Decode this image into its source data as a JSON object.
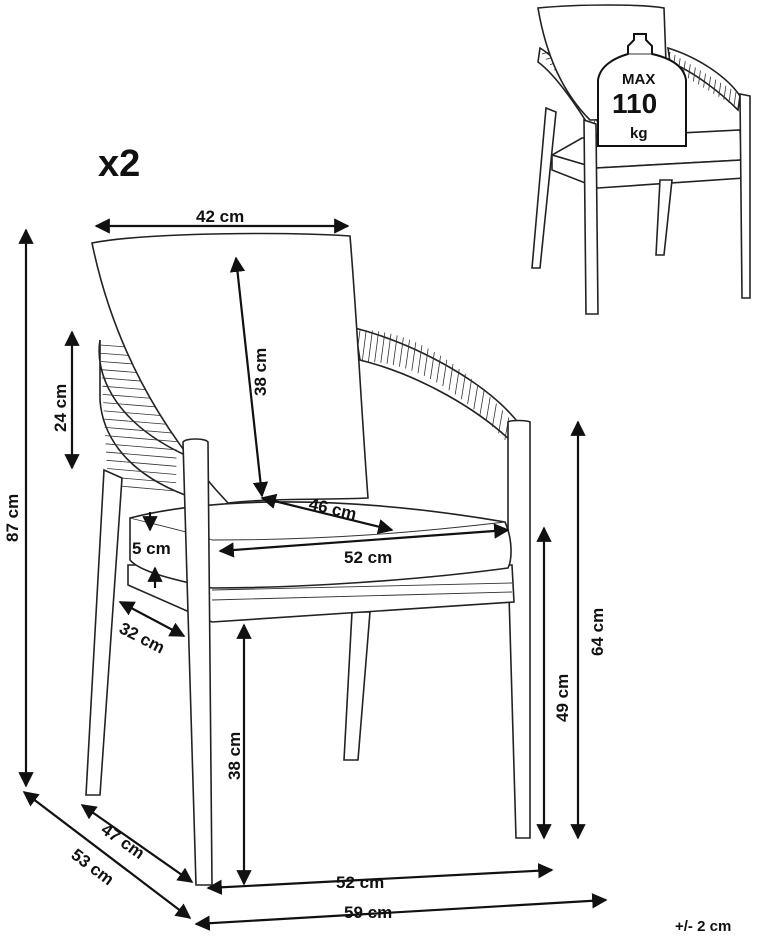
{
  "diagram": {
    "quantity_label": "x2",
    "tolerance_label": "+/- 2 cm",
    "max_load_badge": {
      "line1": "MAX",
      "line2": "110",
      "line3": "kg"
    },
    "dimensions": {
      "backrest_width": "42 cm",
      "backrest_height": "38 cm",
      "armrest_height": "24 cm",
      "total_height": "87 cm",
      "seat_depth_diag": "46 cm",
      "cushion_thickness": "5 cm",
      "seat_width": "52 cm",
      "cushion_depth": "32 cm",
      "under_seat_height": "38 cm",
      "seat_height": "49 cm",
      "arm_height": "64 cm",
      "inner_depth": "47 cm",
      "outer_depth": "53 cm",
      "inner_width": "52 cm",
      "outer_width": "59 cm"
    }
  }
}
